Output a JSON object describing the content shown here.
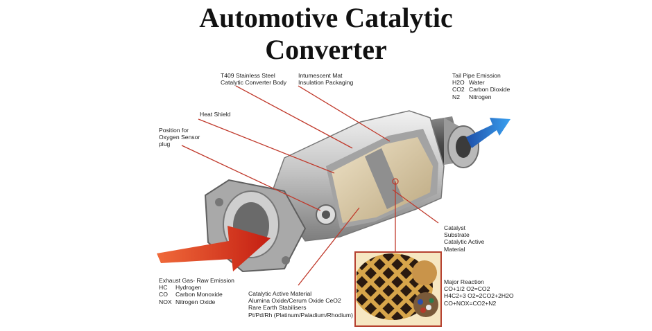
{
  "title": {
    "line1": "Automotive Catalytic",
    "line2": "Converter"
  },
  "labels": {
    "body": {
      "line1": "T409 Stainless Steel",
      "line2": "Catalytic Converter Body"
    },
    "mat": {
      "line1": "Intumescent Mat",
      "line2": "Insulation Packaging"
    },
    "heat_shield": {
      "line1": "Heat Shield"
    },
    "sensor": {
      "line1": "Position for",
      "line2": "Oxygen Sensor",
      "line3": "plug"
    },
    "tailpipe": {
      "heading": "Tail Pipe Emission",
      "rows": [
        {
          "sym": "H2O",
          "name": "Water"
        },
        {
          "sym": "CO2",
          "name": "Carbon Dioxide"
        },
        {
          "sym": "N2",
          "name": "Nitrogen"
        }
      ]
    },
    "catalyst": {
      "line1": "Catalyst",
      "line2": "Substrate",
      "line3": "Catalytic Active",
      "line4": "Material"
    },
    "exhaust": {
      "heading": "Exhaust Gas- Raw Emission",
      "rows": [
        {
          "sym": "HC",
          "name": "Hydrogen"
        },
        {
          "sym": "CO",
          "name": "Carbon Monoxide"
        },
        {
          "sym": "NOX",
          "name": "Nitrogen Oxide"
        }
      ]
    },
    "active_material": {
      "line1": "Catalytic Active Material",
      "line2": "Alumina Oxide/Cerum Oxide CeO2",
      "line3": "Rare Earth Stabilisers",
      "line4": "Pt/Pd/Rh (Platinum/Paladium/Rhodium)"
    },
    "reaction": {
      "heading": "Major Reaction",
      "line1": "CO+1/2 O2=CO2",
      "line2": "H4C2+3 O2=2CO2+2H2O",
      "line3": "CO+NOX=CO2+N2"
    }
  },
  "colors": {
    "inlet_arrow": "#d8331b",
    "outlet_arrow": "#2f7fd6",
    "leader_line": "#c0392b",
    "body_steel": "#c9c9c9",
    "substrate": "#d9c9a8",
    "inset_frame": "#b5402f",
    "honeycomb": "#2a1a10",
    "honeycomb_wall": "#d7a54a"
  }
}
